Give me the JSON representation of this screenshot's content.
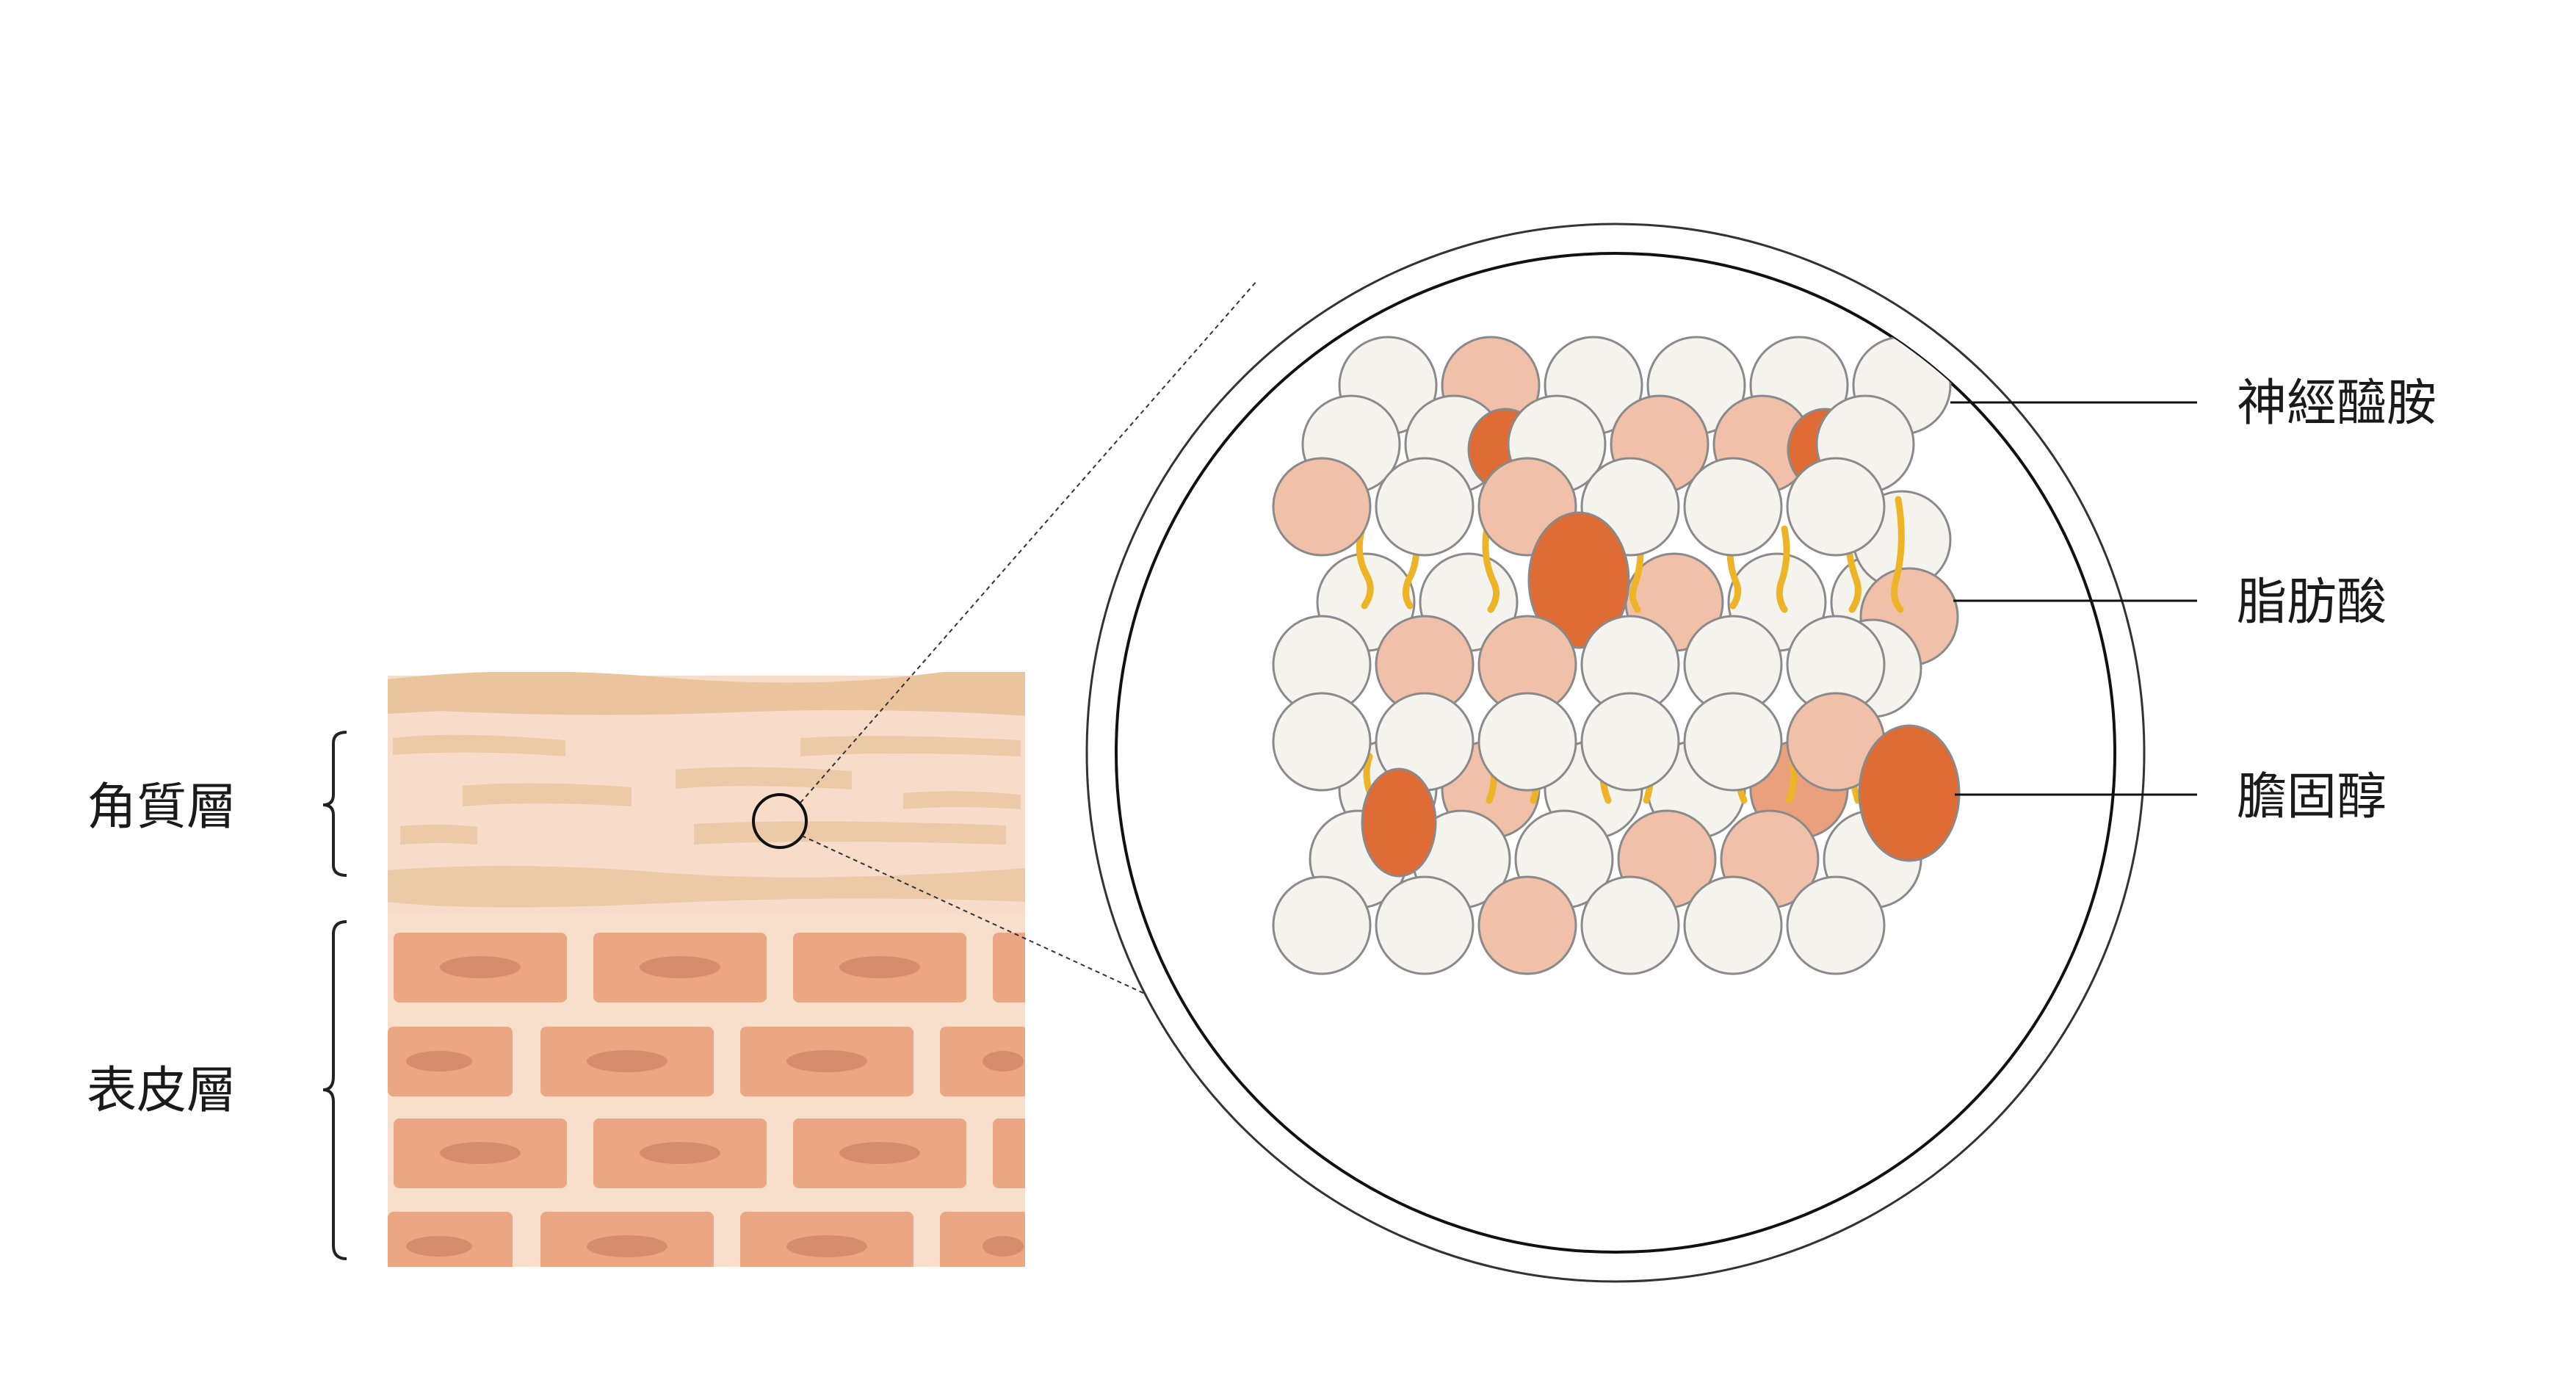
{
  "skin_layers": {
    "stratum_corneum_label": "角質層",
    "epidermis_label": "表皮層"
  },
  "lipid_labels": {
    "ceramide": "神經醯胺",
    "fatty_acid": "脂肪酸",
    "cholesterol": "膽固醇"
  },
  "colors": {
    "corneum_base": "#f6dcc9",
    "corneum_top": "#eac49d",
    "corneum_flake": "#eccaa8",
    "epidermis_base": "#f7dfcc",
    "brick": "#eba683",
    "brick_nucleus": "#d48e6e",
    "cell_white": "#f5f3ee",
    "cell_pink": "#f0c0a8",
    "cell_salmon": "#eaa07c",
    "cholesterol_orange": "#df6b35",
    "fatty_acid_yellow": "#eeb427",
    "cell_outline": "#8a8a8a"
  }
}
